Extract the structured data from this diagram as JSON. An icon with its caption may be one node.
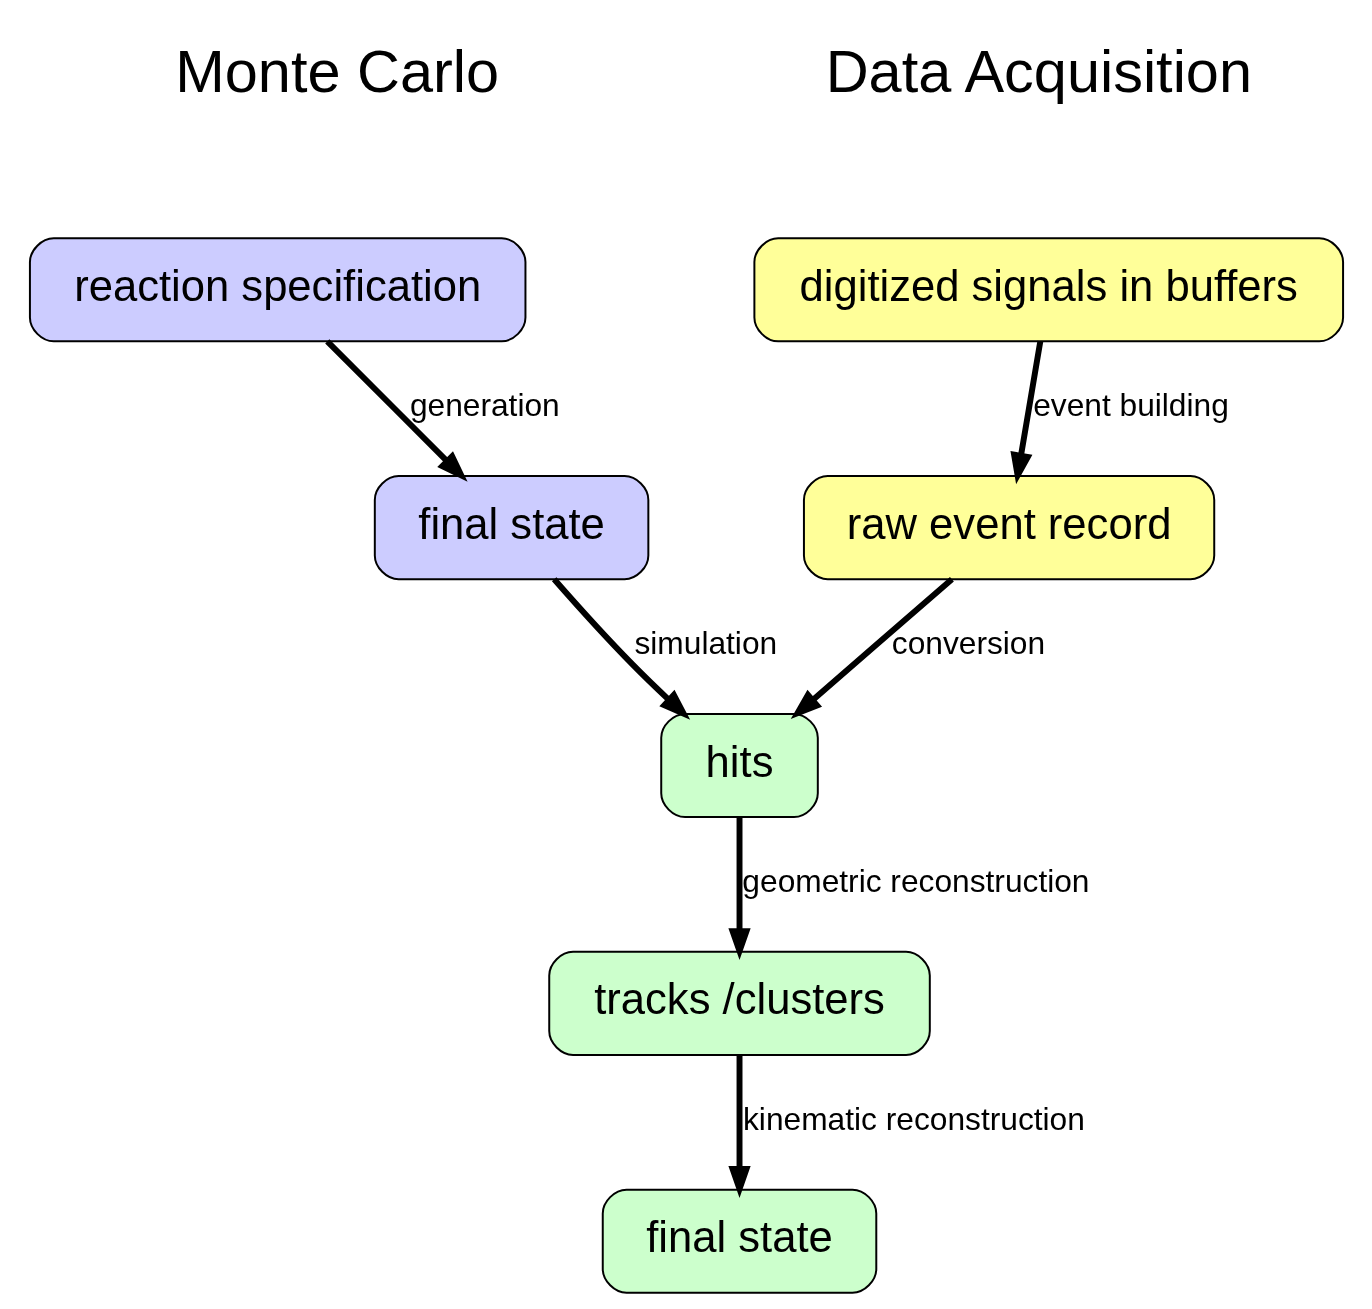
{
  "diagram": {
    "nodes": [
      {
        "text": [
          "reaction specification"
        ]
      },
      {
        "text": [
          "final state"
        ]
      },
      {
        "text": [
          "digitized signals in buffers"
        ]
      },
      {
        "text": [
          "raw event record"
        ]
      },
      {
        "text": [
          "hits"
        ]
      },
      {
        "text": [
          "tracks /clusters"
        ]
      },
      {
        "text": [
          "final state"
        ]
      }
    ],
    "edges": [
      {
        "from": 0,
        "to": 1,
        "arrow": "to",
        "label": "generation"
      },
      {
        "from": 1,
        "to": 4,
        "arrow": "to",
        "label": "simulation"
      },
      {
        "from": 2,
        "to": 3,
        "arrow": "to",
        "label": "event building"
      },
      {
        "from": 3,
        "to": 4,
        "arrow": "to",
        "label": "conversion"
      },
      {
        "from": 4,
        "to": 5,
        "arrow": "to",
        "label": "geometric reconstruction"
      },
      {
        "from": 5,
        "to": 6,
        "arrow": "to",
        "label": "kinematic reconstruction"
      }
    ],
    "labels": [
      "Monte Carlo",
      "Data Acquisition"
    ]
  }
}
